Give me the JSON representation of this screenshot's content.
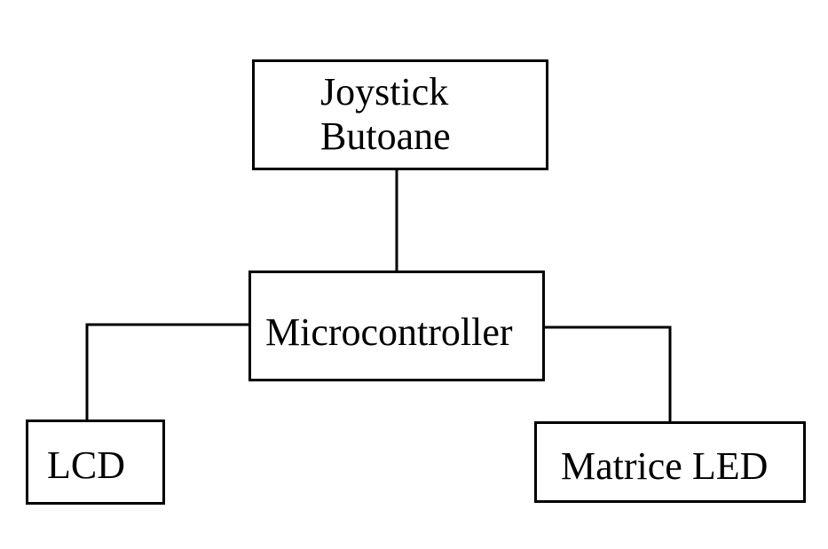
{
  "diagram": {
    "blocks": {
      "input": {
        "line1": "Joystick",
        "line2": "Butoane"
      },
      "microcontroller": {
        "label": "Microcontroller"
      },
      "lcd": {
        "label": "LCD"
      },
      "led_matrix": {
        "label": "Matrice LED"
      }
    },
    "connections": [
      {
        "from": "input",
        "to": "microcontroller"
      },
      {
        "from": "microcontroller",
        "to": "lcd"
      },
      {
        "from": "microcontroller",
        "to": "led_matrix"
      }
    ],
    "colors": {
      "line": "#000000",
      "background": "#ffffff"
    }
  }
}
